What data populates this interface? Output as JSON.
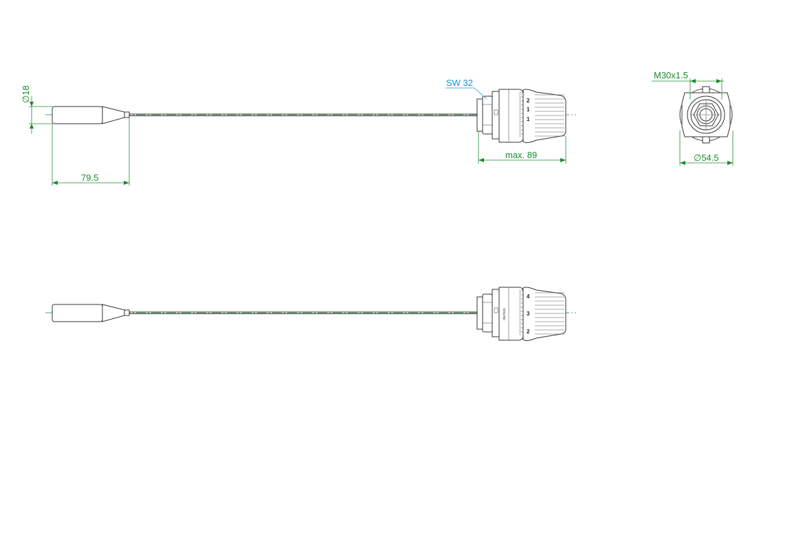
{
  "dimensions": {
    "sensor_diameter": "∅18",
    "sensor_length": "79.5",
    "head_length": "max. 89",
    "head_diameter": "∅54.5",
    "thread": "M30x1.5"
  },
  "callouts": {
    "wrench_size": "SW 32"
  },
  "scale_marks": {
    "top_view": [
      "2",
      "1",
      "1"
    ],
    "bottom_view": [
      "4",
      "3",
      "2"
    ]
  },
  "brand": {
    "marking": "danfoss"
  },
  "colors": {
    "outline": "#333333",
    "dimension": "#1a8a2a",
    "callout": "#1e8fc8"
  }
}
